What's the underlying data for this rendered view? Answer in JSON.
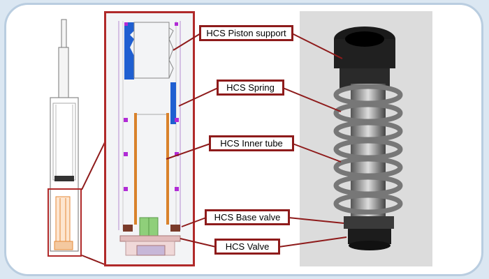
{
  "labels": {
    "piston_support": "HCS Piston support",
    "spring": "HCS Spring",
    "inner_tube": "HCS Inner tube",
    "base_valve": "HCS Base valve",
    "valve": "HCS Valve"
  },
  "colors": {
    "frame": "#b9cde0",
    "box_border": "#b02a2a",
    "label_border": "#8e1b1b",
    "leader_line": "#8e1b1b",
    "piston_blue": "#1f5fd1",
    "inner_tube_orange": "#d9822b",
    "marker_magenta": "#b12bd6",
    "base_green": "#8fcf7a"
  }
}
